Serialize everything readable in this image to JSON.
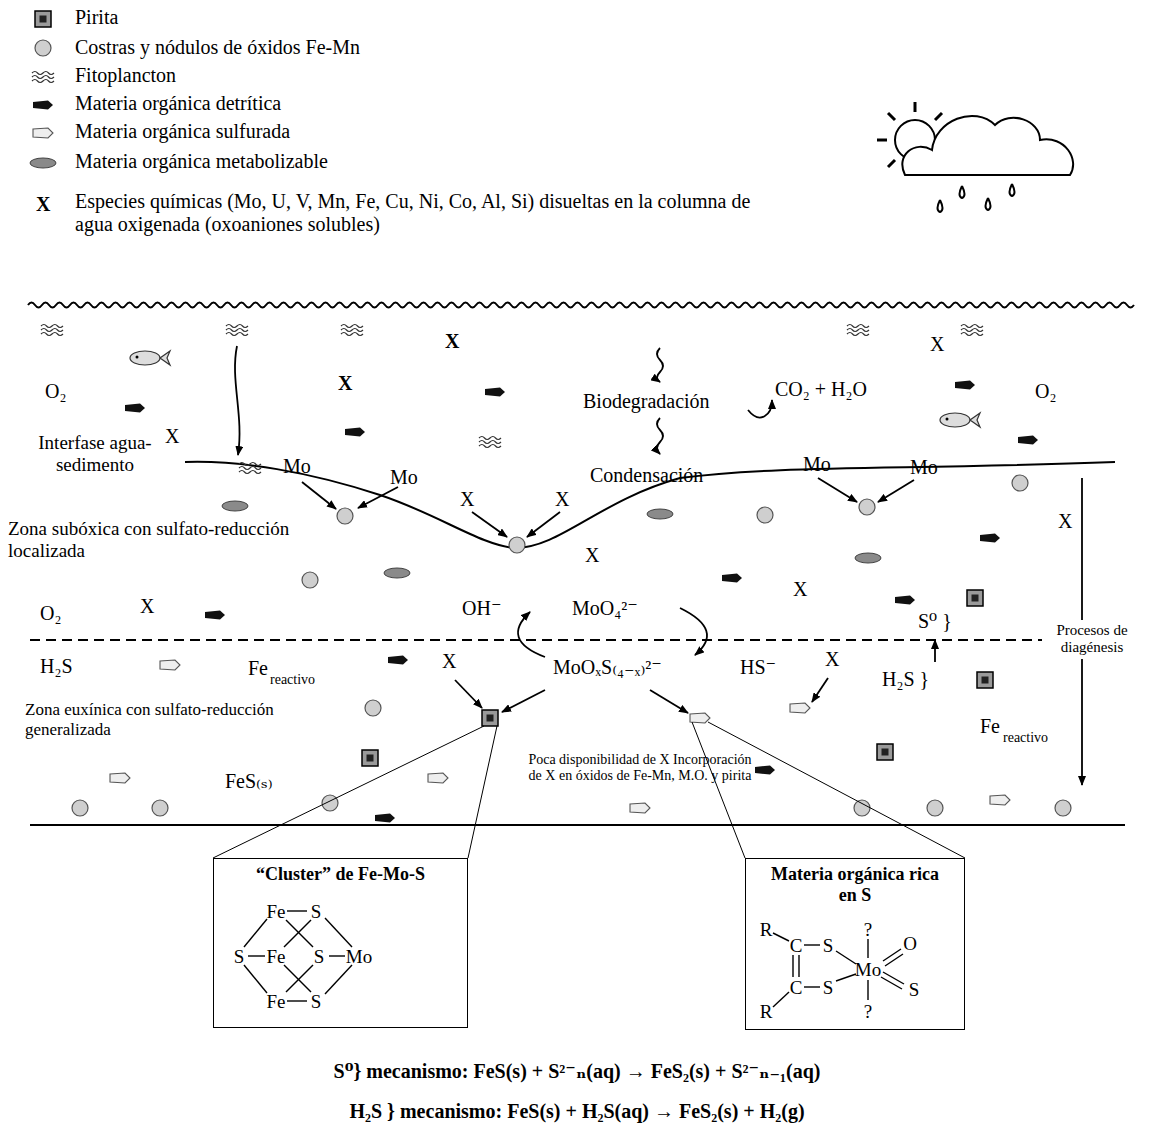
{
  "diagram": {
    "nodes": [
      {
        "text": [
          "“Cluster” de Fe-Mo-S",
          "Fe",
          "S",
          "S",
          "Fe",
          "S",
          "Mo",
          "Fe",
          "S"
        ]
      },
      {
        "text": [
          "Materia orgánica rica en S",
          "R",
          "C",
          "S",
          "?",
          "O",
          "Mo",
          "S",
          "R",
          "C",
          "S",
          "?"
        ]
      }
    ],
    "labels": [
      "X",
      "O₂",
      "X",
      "X",
      "X",
      "Interfase agua-sedimento",
      "X",
      "O₂",
      "Biodegradación",
      "CO₂ + H₂O",
      "Condensación",
      "Mo",
      "Mo",
      "Mo",
      "Mo",
      "X",
      "X",
      "Zona subóxica con sulfato-reducción localizada",
      "X",
      "X",
      "X",
      "X",
      "O₂",
      "OH⁻",
      "MoO₄²⁻",
      "S⁰ }",
      "H₂S",
      "Fe",
      "reactivo",
      "X",
      "MoOₓS₍₄₋ₓ₎²⁻",
      "HS⁻",
      "X",
      "H₂S }",
      "Zona euxínica con sulfato-reducción generalizada",
      "Fe",
      "reactivo",
      "FeS₍ₛ₎",
      "Poca disponibilidad de X Incorporación de X en óxidos de Fe-Mn, M.O. y pirita",
      "Procesos de diagénesis",
      "S⁰} mecanismo: FeS(s) + S²⁻ₙ(aq) → FeS₂(s) + S²⁻ₙ₋₁(aq)",
      "H₂S } mecanismo: FeS(s) + H₂S(aq) → FeS₂(s) + H₂(g)"
    ],
    "legend": [
      {
        "text": "Pirita"
      },
      {
        "text": "Costras y nódulos de óxidos Fe-Mn"
      },
      {
        "text": "Fitoplancton"
      },
      {
        "text": "Materia orgánica detrítica"
      },
      {
        "text": "Materia orgánica sulfurada"
      },
      {
        "text": "Materia orgánica metabolizable"
      },
      {
        "text": "Especies químicas (Mo, U, V, Mn, Fe, Cu, Ni, Co, Al, Si) disueltas en la columna de agua oxigenada (oxoaniones solubles)"
      }
    ]
  }
}
